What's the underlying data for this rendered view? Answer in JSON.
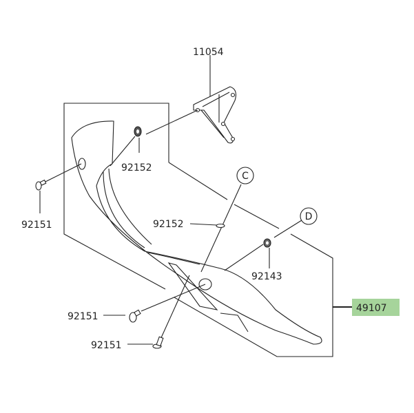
{
  "diagram": {
    "callouts": [
      {
        "id": "bracket",
        "part_number": "11054"
      },
      {
        "id": "grommet-upper",
        "part_number": "92152"
      },
      {
        "id": "bolt-left",
        "part_number": "92151"
      },
      {
        "id": "grommet-mid",
        "part_number": "92152"
      },
      {
        "id": "washer",
        "part_number": "92143"
      },
      {
        "id": "bolt-mid",
        "part_number": "92151"
      },
      {
        "id": "bolt-lower",
        "part_number": "92151"
      },
      {
        "id": "cover",
        "part_number": "49107",
        "highlighted": true
      }
    ],
    "reference_marks": [
      "C",
      "D"
    ],
    "highlight_color": "#a6d49b"
  }
}
